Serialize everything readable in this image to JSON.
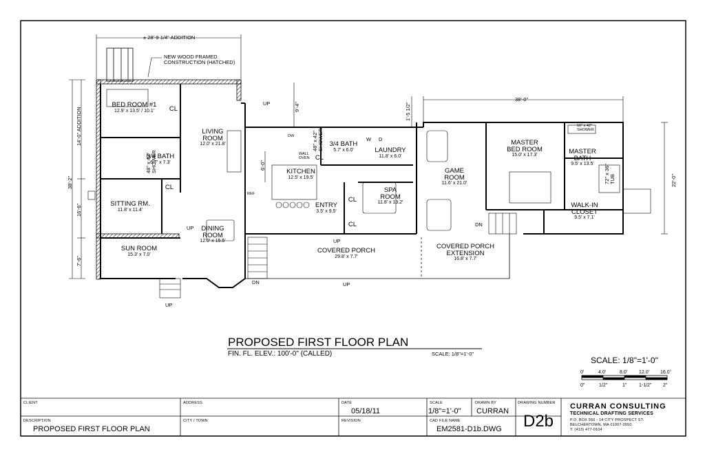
{
  "rooms": {
    "bed_room_1": {
      "name": "BED ROOM #1",
      "dims": "12.9' x 13.5' / 10.1'"
    },
    "cl_1": {
      "name": "CL"
    },
    "bath_left": {
      "name": "3/4 BATH",
      "dims": "6.7' x 7.3'"
    },
    "cl_2": {
      "name": "CL"
    },
    "sitting": {
      "name": "SITTING RM.",
      "dims": "11.8' x 11.4'"
    },
    "sun_room": {
      "name": "SUN ROOM",
      "dims": "15.3' x 7.0'"
    },
    "living": {
      "name": "LIVING\nROOM",
      "dims": "12.0' x 21.8'"
    },
    "dining": {
      "name": "DINING\nROOM",
      "dims": "12.0' x 15.5'"
    },
    "kitchen": {
      "name": "KITCHEN",
      "dims": "12.5' x 19.5'"
    },
    "bath_mid": {
      "name": "3/4 BATH",
      "dims": "5.7' x 6.0'"
    },
    "cl_3": {
      "name": "CL"
    },
    "laundry": {
      "name": "LAUNDRY",
      "dims": "11.8' x 6.0'"
    },
    "entry": {
      "name": "ENTRY",
      "dims": "3.5' x 9.5'"
    },
    "cl_4": {
      "name": "CL"
    },
    "cl_5": {
      "name": "CL"
    },
    "spa": {
      "name": "SPA\nROOM",
      "dims": "11.8' x 13.2'"
    },
    "game": {
      "name": "GAME\nROOM",
      "dims": "11.6' x 21.0'"
    },
    "master_bed": {
      "name": "MASTER\nBED ROOM",
      "dims": "15.0' x 17.3'"
    },
    "master_bath": {
      "name": "MASTER\nBATH",
      "dims": "9.5' x 13.5'"
    },
    "walk_in": {
      "name": "WALK-IN\nCLOSET",
      "dims": "9.5' x 7.1'"
    },
    "porch": {
      "name": "COVERED PORCH",
      "dims": "29.8' x 7.7'"
    },
    "porch_ext": {
      "name": "COVERED PORCH\nEXTENSION",
      "dims": "16.8' x 7.7'"
    }
  },
  "labels": {
    "up_1": "UP",
    "up_2": "UP",
    "up_3": "UP",
    "up_4": "UP",
    "up_5": "UP",
    "dn_1": "DN",
    "dn_2": "DN",
    "w": "W",
    "d": "D",
    "dw": "DW",
    "ref": "REF",
    "wall_oven": "WALL\nOVEN",
    "shower_mid": "48\" x 42\"\nSHOWER",
    "shower_left": "48\" x 42\"\nSHOWER",
    "shower_master": "60\" x 42\"\nSHOWER",
    "tub": "72\" x 36\"\nTUB"
  },
  "notes": {
    "addition_top": "± 28'-9 1/4\" ADDITION",
    "new_wood": "NEW WOOD FRAMED\nCONSTRUCTION (HATCHED)",
    "dim_38_0": "38'-0\"",
    "dim_22_0": "22'-0\"",
    "dim_38_2": "38'-2\"",
    "dim_14_0": "14'-0\" ADDITION",
    "dim_16_6": "16'-6\"",
    "dim_7_6": "7'-6\"",
    "dim_9_4": "9'-4\"",
    "dim_1_5": "1'-5 1/2\"",
    "dim_6_0": "6'-0\""
  },
  "title": {
    "main": "PROPOSED FIRST FLOOR PLAN",
    "elev": "FIN. FL. ELEV.: 100'-0\" (CALLED)",
    "scale_small": "SCALE: 1/8\"=1'-0\"",
    "scale_big": "SCALE: 1/8\"=1'-0\"",
    "bar_top": [
      "0'",
      "4.0'",
      "8.0'",
      "12.0'",
      "16.0'"
    ],
    "bar_bottom": [
      "0\"",
      "1/2\"",
      "1\"",
      "1-1/2\"",
      "2\""
    ]
  },
  "title_block": {
    "client_label": "CLIENT",
    "address_label": "ADDRESS",
    "date_label": "DATE",
    "date": "05/18/11",
    "scale_label": "SCALE",
    "scale": "1/8\"=1'-0\"",
    "drawn_by_label": "DRAWN BY",
    "drawn_by": "CURRAN",
    "drawing_number_label": "DRAWING NUMBER",
    "drawing_number": "D2b",
    "description_label": "DESCRIPTION",
    "description": "PROPOSED FIRST FLOOR PLAN",
    "city_label": "CITY / TOWN",
    "revision_label": "REVISION",
    "cad_label": "CAD FILE NAME",
    "cad_file": "EM2581-D1b.DWG",
    "company": "CURRAN CONSULTING",
    "company_sub": "TECHNICAL DRAFTING SERVICES",
    "address_1": "P.O. BOX 550 - 14 CITY PROSPECT ST.",
    "address_2": "BELCHERTOWN, MA 01007-0550",
    "phone": "T: (413) 477-0104"
  }
}
